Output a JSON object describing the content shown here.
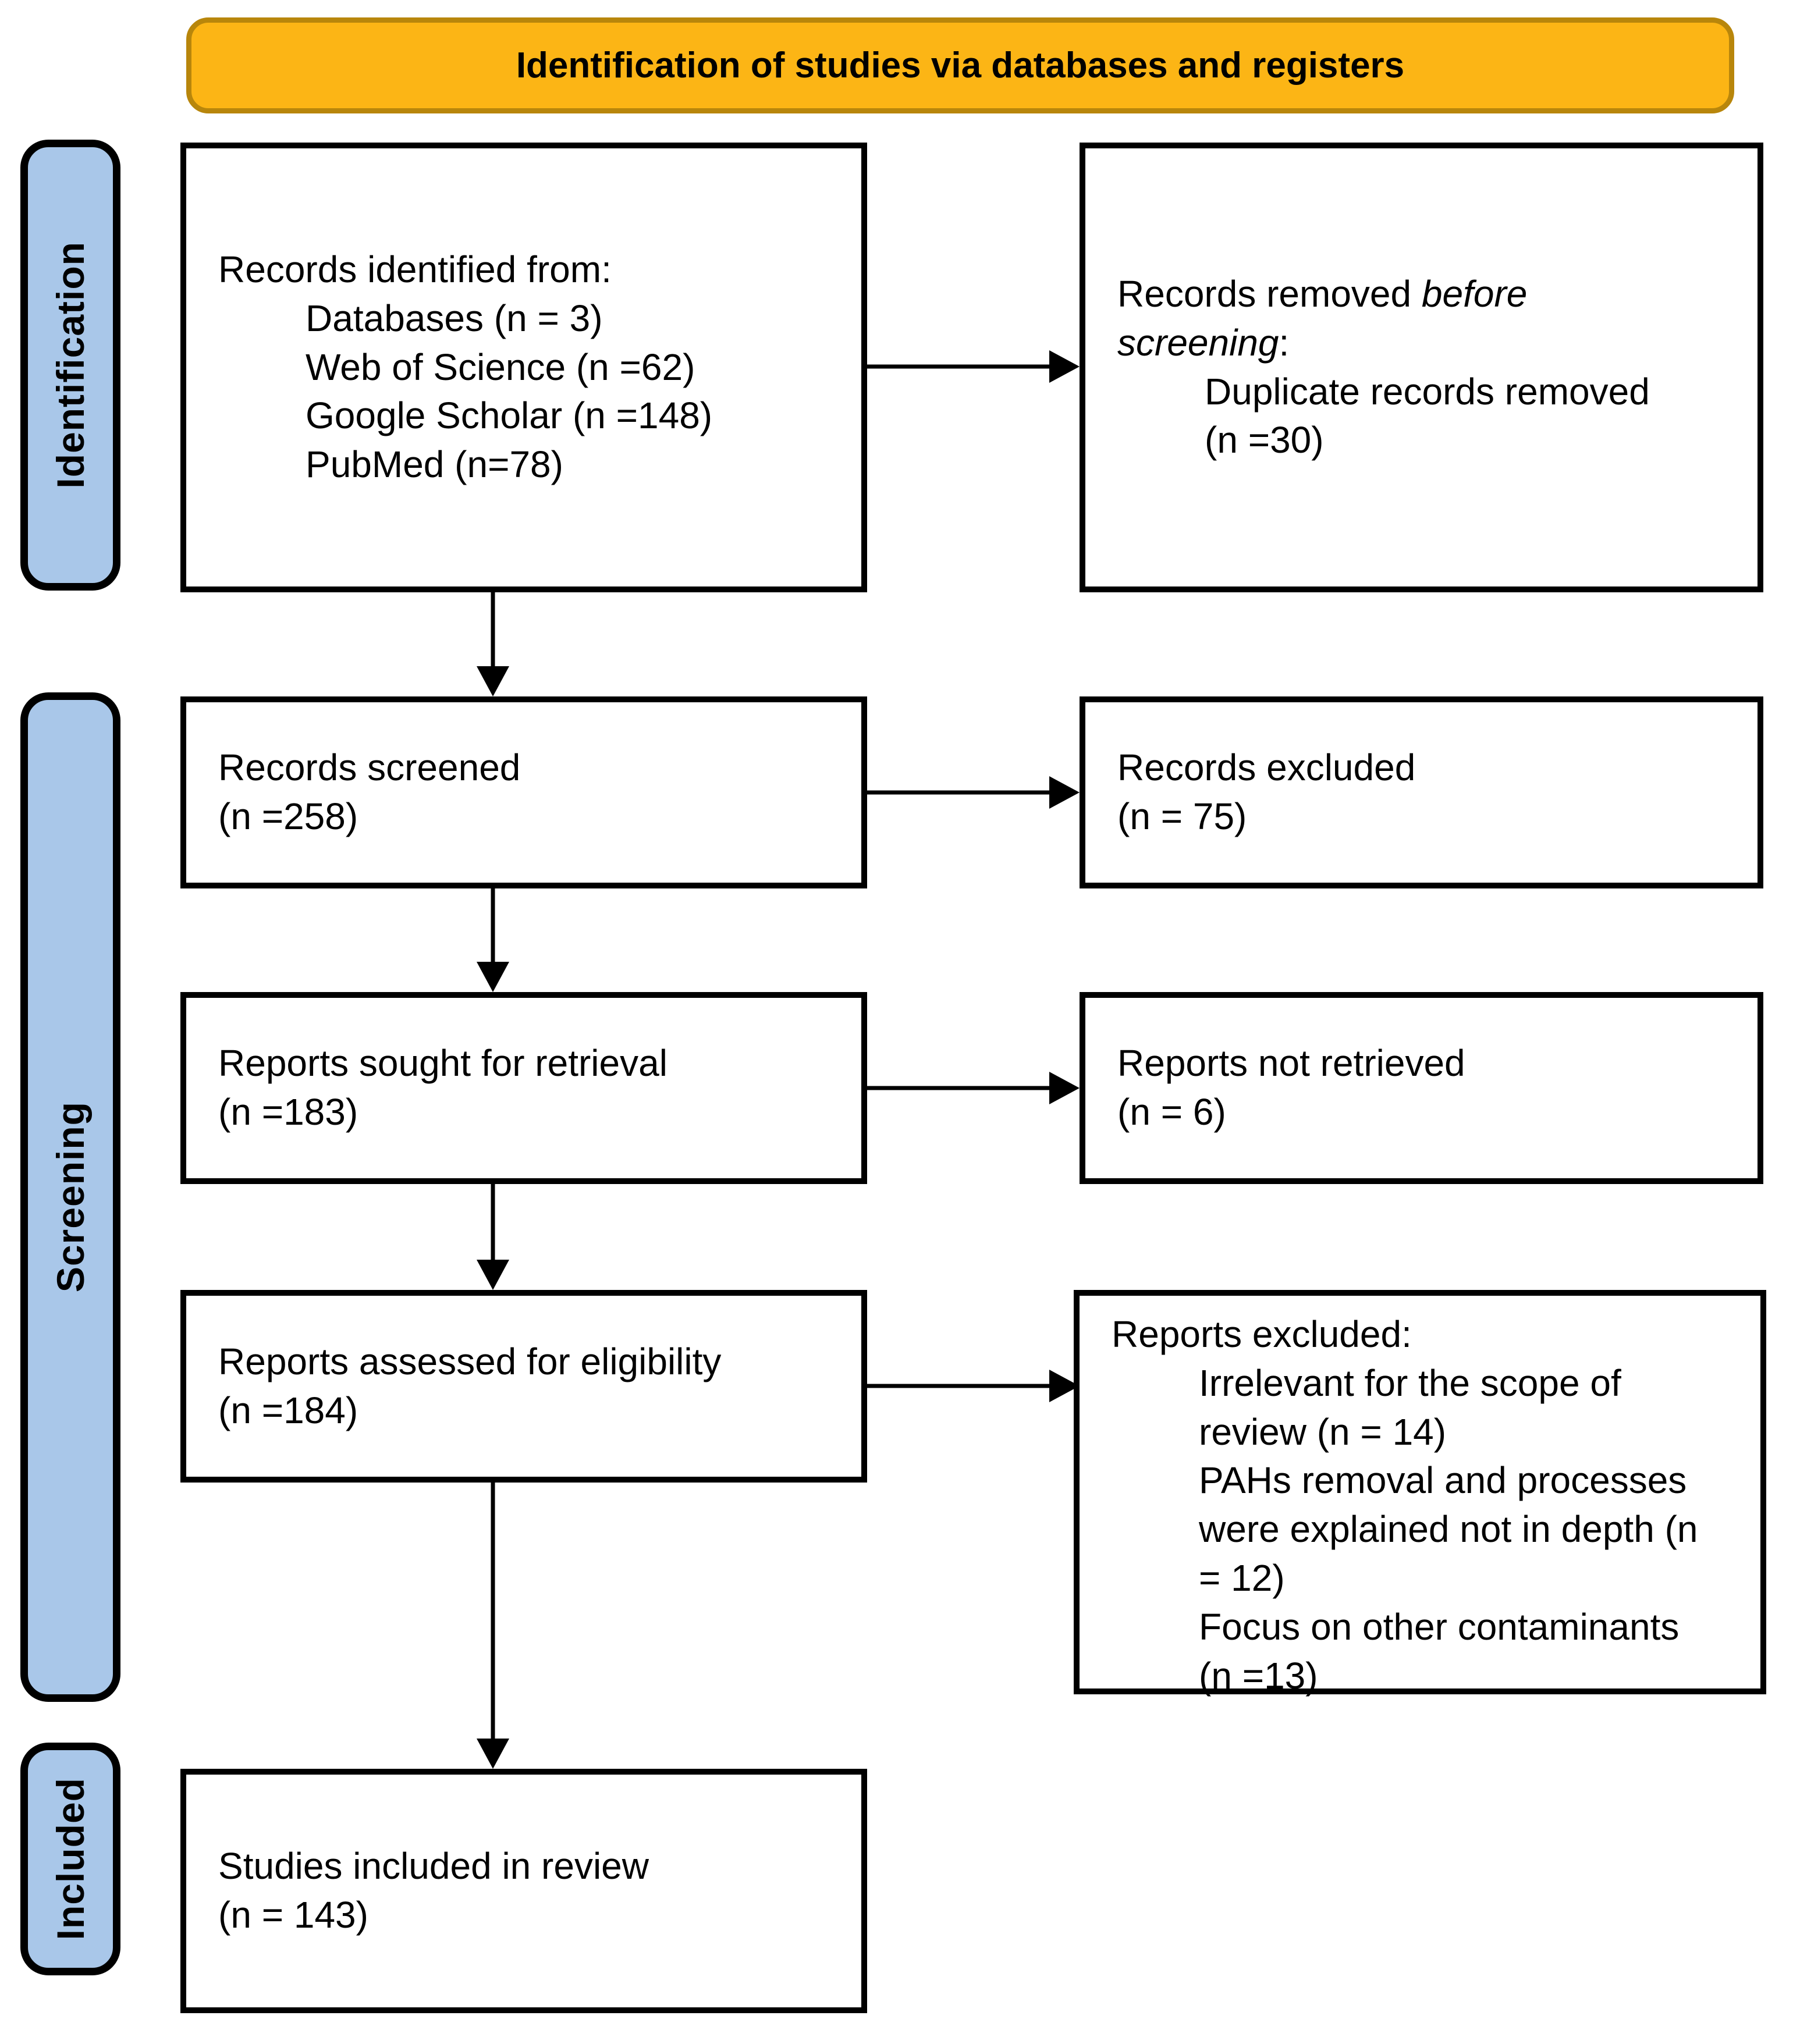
{
  "header": {
    "title": "Identification of studies via databases and registers"
  },
  "sidebar": {
    "identification": "Identification",
    "screening": "Screening",
    "included": "Included"
  },
  "boxes": {
    "records_identified": {
      "title": "Records identified from:",
      "items": [
        "Databases (n = 3)",
        "Web of Science (n =62)",
        "Google Scholar (n =148)",
        "PubMed (n=78)"
      ]
    },
    "records_removed": {
      "prefix": "Records removed ",
      "italic": "before screening",
      "suffix": ":",
      "items": [
        "Duplicate records removed (n =30)"
      ]
    },
    "records_screened": {
      "lines": [
        "Records screened",
        "(n =258)"
      ]
    },
    "records_excluded": {
      "lines": [
        "Records excluded",
        "(n = 75)"
      ]
    },
    "reports_sought": {
      "lines": [
        "Reports sought for retrieval",
        "(n =183)"
      ]
    },
    "reports_not_retrieved": {
      "lines": [
        "Reports not retrieved",
        "(n = 6)"
      ]
    },
    "reports_assessed": {
      "lines": [
        "Reports assessed for eligibility",
        "(n =184)"
      ]
    },
    "reports_excluded": {
      "title": "Reports excluded:",
      "items": [
        "Irrelevant for the scope of review (n = 14)",
        "PAHs removal and processes were explained not in depth (n = 12)",
        "Focus on other contaminants (n =13)"
      ]
    },
    "studies_included": {
      "lines": [
        "Studies included in review",
        "(n = 143)"
      ]
    }
  },
  "colors": {
    "header_fill": "#FCB515",
    "header_border": "#B8860B",
    "sidebar_fill": "#A9C7E9",
    "box_border": "#000000",
    "arrow_color": "#000000",
    "text_color": "#000000"
  }
}
